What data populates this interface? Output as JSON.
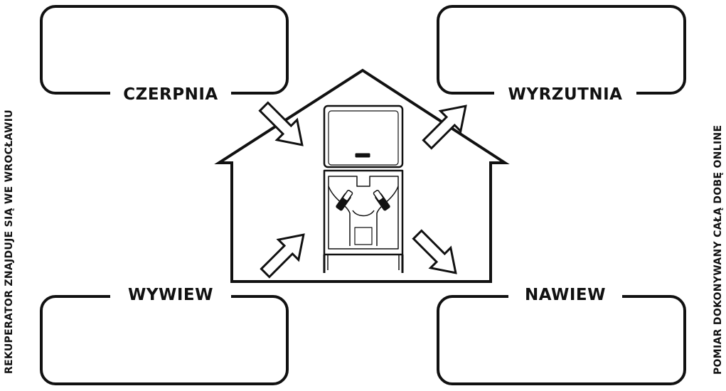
{
  "labels": {
    "intake": "CZERPNIA",
    "exhaust": "WYRZUTNIA",
    "extract": "WYWIEW",
    "supply": "NAWIEW"
  },
  "side_texts": {
    "left": "REKUPERATOR ZNAJDUJE SIĄ WE WROCŁAWIU",
    "right": "POMIAR DOKONYWANY CAŁĄ DOBĘ ONLINE"
  },
  "values": {
    "intake": "",
    "exhaust": "",
    "extract": "",
    "supply": ""
  },
  "colors": {
    "stroke": "#111111",
    "background": "#ffffff"
  }
}
